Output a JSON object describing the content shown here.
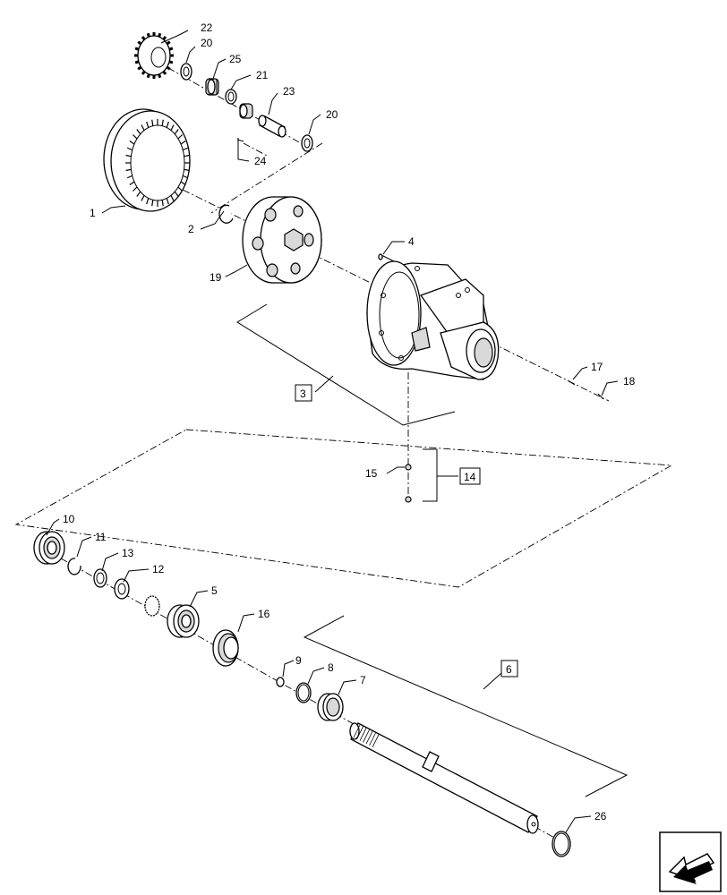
{
  "callouts": {
    "c1": "1",
    "c2": "2",
    "c3": "3",
    "c4": "4",
    "c5": "5",
    "c6": "6",
    "c7": "7",
    "c8": "8",
    "c9": "9",
    "c10": "10",
    "c11": "11",
    "c12": "12",
    "c13": "13",
    "c14": "14",
    "c15": "15",
    "c16": "16",
    "c17": "17",
    "c18": "18",
    "c19": "19",
    "c20a": "20",
    "c20b": "20",
    "c21": "21",
    "c22": "22",
    "c23": "23",
    "c24": "24",
    "c25": "25",
    "c26": "26"
  },
  "icons": {
    "nav": "previous-page-arrow-icon"
  },
  "colors": {
    "line": "#000000",
    "background": "#ffffff",
    "shade": "#d9d9d9"
  }
}
